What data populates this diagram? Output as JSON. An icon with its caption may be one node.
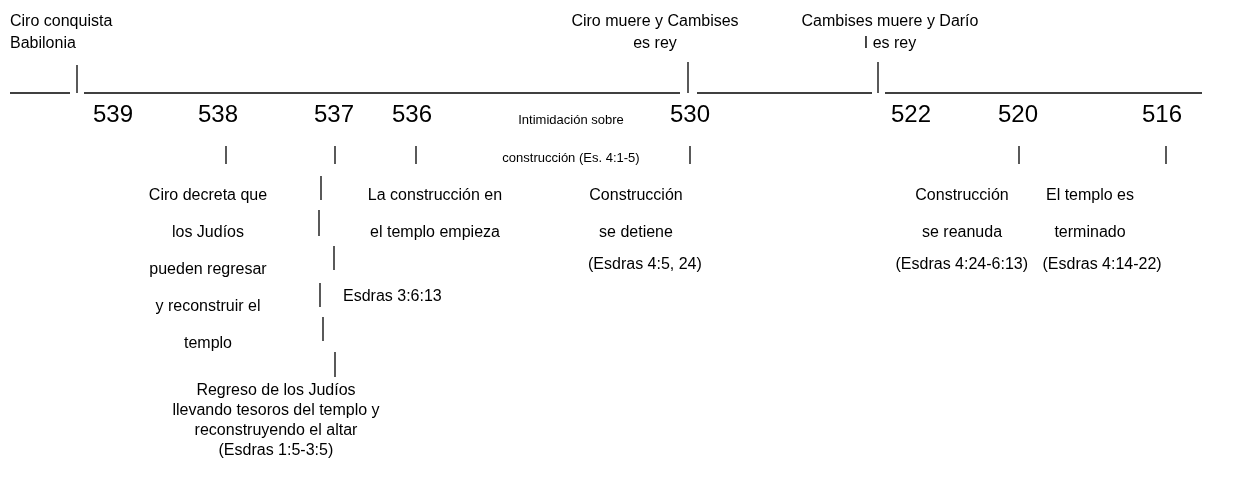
{
  "diagram": {
    "labels": [
      "Ciro conquista Babilonia",
      "Ciro muere y Cambises es rey",
      "Cambises muere y Darío I es rey",
      "539",
      "538",
      "537",
      "536",
      "Intimidación sobre construcción (Es. 4:1-5)",
      "530",
      "522",
      "520",
      "516",
      "Ciro decreta que los Judíos pueden regresar y reconstruir el templo",
      "La construcción en el templo empieza",
      "Esdras 3:6:13",
      "Construcción se detiene",
      "(Esdras 4:5, 24)",
      "Construcción se reanuda",
      "(Esdras 4:24-6:13)",
      "El templo es terminado",
      "(Esdras 4:14-22)",
      "Regreso de los Judíos llevando tesoros del templo y reconstruyendo el altar",
      "(Esdras 1:5-3:5)"
    ]
  }
}
